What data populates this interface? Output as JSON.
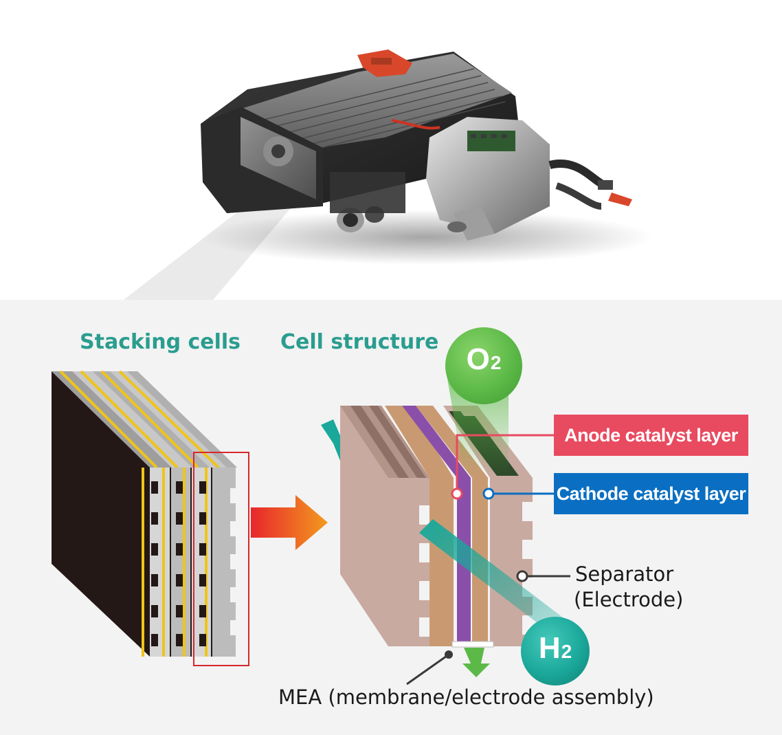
{
  "headings": {
    "stacking_cells": "Stacking cells",
    "cell_structure": "Cell structure"
  },
  "gases": {
    "oxygen": {
      "symbol": "O",
      "subscript": "2"
    },
    "hydrogen": {
      "symbol": "H",
      "subscript": "2"
    }
  },
  "labels": {
    "anode": "Anode catalyst layer",
    "cathode": "Cathode catalyst layer",
    "separator_line1": "Separator",
    "separator_line2": "(Electrode)",
    "mea": "MEA (membrane/electrode assembly)"
  },
  "colors": {
    "heading": "#2a9d8f",
    "anode_tag": "#e84a5f",
    "cathode_tag": "#0a6fc2",
    "oxygen": "#5cb947",
    "hydrogen": "#1aa89a",
    "separator": "#c9aaa0",
    "membrane": "#8a4fa8",
    "gdl": "#c99a72",
    "highlight_box": "#d8262c"
  }
}
